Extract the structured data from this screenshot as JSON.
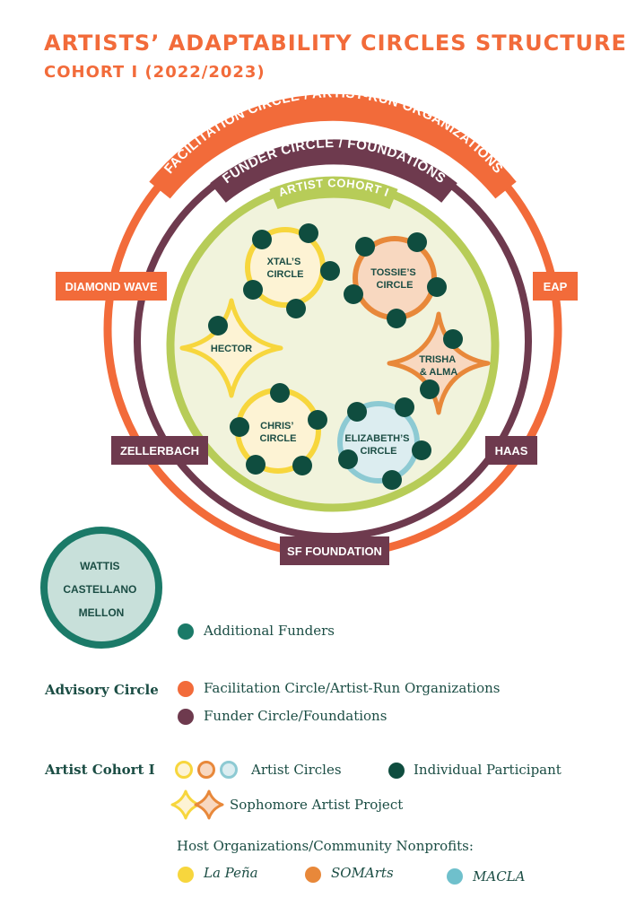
{
  "title": "ARTISTS’ ADAPTABILITY CIRCLES STRUCTURE",
  "subtitle": "COHORT I (2022/2023)",
  "colors": {
    "facilitation": "#f26b3a",
    "funder": "#6e3a4e",
    "cohort_ring": "#b7cc58",
    "cohort_fill": "#f1f3dc",
    "teal": "#1b7a68",
    "individual": "#0f4d3f",
    "lapena": "#f7d63d",
    "somarts": "#e8883a",
    "macla": "#6fc0cc"
  },
  "arcs": {
    "facilitation": "FACILITATION CIRCLE / ARTIST-RUN ORGANIZATIONS",
    "funder": "FUNDER CIRCLE / FOUNDATIONS",
    "cohort": "ARTIST COHORT I"
  },
  "labels": {
    "diamond_wave": "DIAMOND WAVE",
    "eap": "EAP",
    "zellerbach": "ZELLERBACH",
    "haas": "HAAS",
    "sf_foundation": "SF FOUNDATION"
  },
  "circles": {
    "xtal": [
      "XTAL’S",
      "CIRCLE"
    ],
    "tossie": [
      "TOSSIE’S",
      "CIRCLE"
    ],
    "hector": [
      "HECTOR"
    ],
    "trisha": [
      "TRISHA",
      "& ALMA"
    ],
    "chris": [
      "CHRIS’",
      "CIRCLE"
    ],
    "elizabeth": [
      "ELIZABETH’S",
      "CIRCLE"
    ]
  },
  "additional_funders": [
    "WATTIS",
    "CASTELLANO",
    "MELLON"
  ],
  "legend": {
    "additional_funders": "Additional Funders",
    "advisory_heading": "Advisory Circle",
    "facilitation": "Facilitation Circle/Artist-Run Organizations",
    "funder": "Funder Circle/Foundations",
    "cohort_heading": "Artist Cohort I",
    "artist_circles": "Artist Circles",
    "individual": "Individual Participant",
    "sophomore": "Sophomore Artist Project",
    "host_heading": "Host Organizations/Community Nonprofits:",
    "lapena": "La Peña",
    "somarts": "SOMArts",
    "macla": "MACLA"
  }
}
